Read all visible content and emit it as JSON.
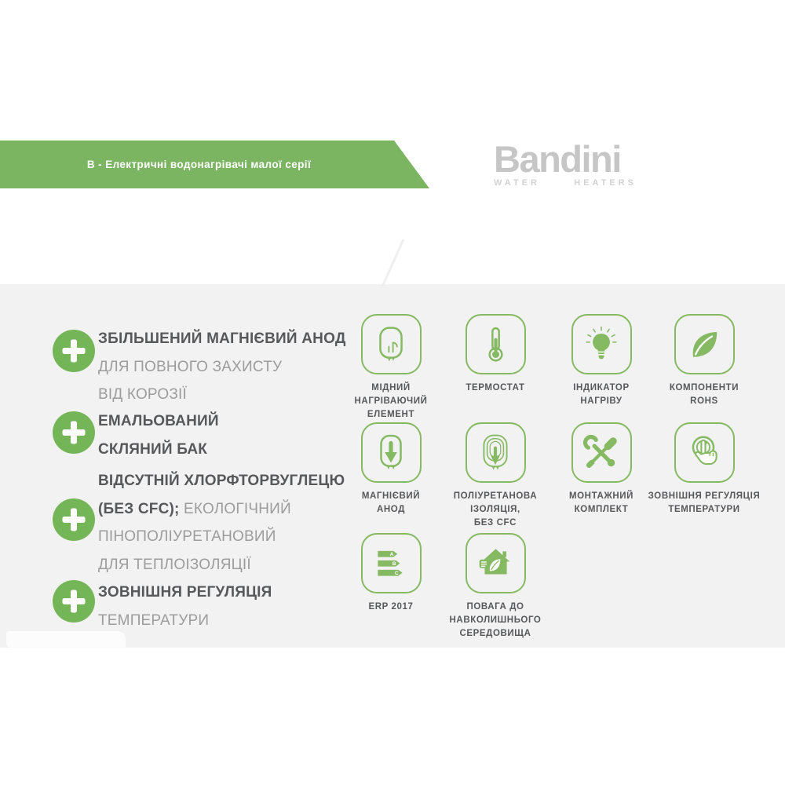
{
  "banner": {
    "label": "В - Електричні водонагрівачі малої серії"
  },
  "logo": {
    "brand": "Bandini",
    "subtitle_words": [
      "WATER",
      "HEATERS"
    ]
  },
  "features": [
    {
      "line1": "ЗБІЛЬШЕНИЙ МАГНІЄВИЙ АНОД",
      "line2": "ДЛЯ ПОВНОГО ЗАХИСТУ",
      "line3": "ВІД КОРОЗІЇ"
    },
    {
      "line1": "ЕМАЛЬОВАНИЙ",
      "line2": "СКЛЯНИЙ БАК"
    },
    {
      "line1": "ВІДСУТНІЙ ХЛОРФТОРВУГЛЕЦЮ",
      "line2_bold": "(БЕЗ CFC);",
      "line2_rest": " ЕКОЛОГІЧНИЙ",
      "line3": "ПІНОПОЛІУРЕТАНОВИЙ",
      "line4": "ДЛЯ ТЕПЛОІЗОЛЯЦІЇ"
    },
    {
      "line1": "ЗОВНІШНЯ РЕГУЛЯЦІЯ",
      "line2": "ТЕМПЕРАТУРИ"
    }
  ],
  "grid": {
    "items": [
      {
        "icon": "copper-heating-element-icon",
        "label_lines": [
          "МІДНИЙ",
          "НАГРІВАЮЧИЙ",
          "ЕЛЕМЕНТ"
        ]
      },
      {
        "icon": "thermostat-icon",
        "label_lines": [
          "ТЕРМОСТАТ"
        ]
      },
      {
        "icon": "heating-indicator-icon",
        "label_lines": [
          "ІНДИКАТОР",
          "НАГРІВУ"
        ]
      },
      {
        "icon": "rohs-leaf-icon",
        "label_lines": [
          "КОМПОНЕНТИ",
          "ROHS"
        ]
      },
      {
        "icon": "magnesium-anode-icon",
        "label_lines": [
          "МАГНІЄВИЙ",
          "АНОД"
        ]
      },
      {
        "icon": "polyurethane-insulation-icon",
        "label_lines": [
          "ПОЛІУРЕТАНОВА",
          "ІЗОЛЯЦІЯ,",
          "БЕЗ CFC"
        ]
      },
      {
        "icon": "mounting-kit-icon",
        "label_lines": [
          "МОНТАЖНИЙ",
          "КОМПЛЕКТ"
        ]
      },
      {
        "icon": "external-temperature-regulation-icon",
        "label_lines": [
          "ЗОВНІШНЯ РЕГУЛЯЦІЯ",
          "ТЕМПЕРАТУРИ"
        ]
      },
      {
        "icon": "erp-2017-energy-label-icon",
        "label_lines": [
          "ERP 2017"
        ]
      },
      {
        "icon": "environment-respect-icon",
        "label_lines": [
          "ПОВАГА ДО",
          "НАВКОЛИШНЬОГО",
          "СЕРЕДОВИЩА"
        ]
      }
    ],
    "erp_letters": [
      "A",
      "B",
      "C"
    ]
  },
  "colors": {
    "banner_green": "#7cb562",
    "icon_green": "#85b962",
    "plus_green": "#74b657",
    "dark_text": "#57585a",
    "gray_text": "#9c9c9c",
    "bg_gray": "#f2f2f3",
    "logo_gray": "#c6c6c6",
    "logo_sub_gray": "#d2d2d2"
  }
}
